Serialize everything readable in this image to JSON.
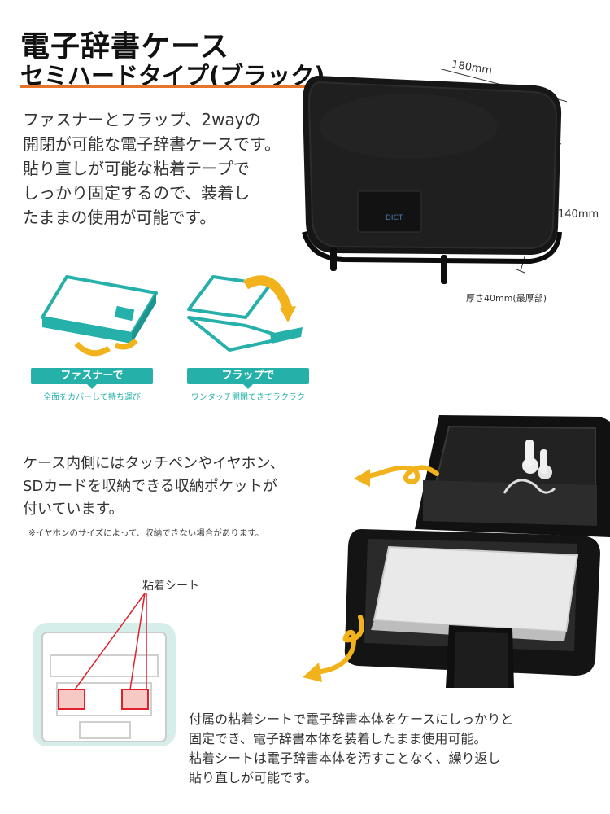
{
  "header": {
    "title_line1": "電子辞書ケース",
    "title_line2": "セミハードタイプ(ブラック)"
  },
  "intro": {
    "lines": [
      "ファスナーとフラップ、2wayの",
      "開閉が可能な電子辞書ケースです。",
      "貼り直しが可能な粘着テープで",
      "しっかり固定するので、装着し",
      "たままの使用が可能です。"
    ]
  },
  "dimensions": {
    "width": "180mm",
    "height": "140mm",
    "thickness": "厚さ40mm(最厚部)"
  },
  "case_logo": "DICT.",
  "modes": [
    {
      "label": "ファスナーで",
      "sub": "全面をカバーして持ち運び"
    },
    {
      "label": "フラップで",
      "sub": "ワンタッチ開閉できてラクラク"
    }
  ],
  "pocket": {
    "lines": [
      "ケース内側にはタッチペンやイヤホン、",
      "SDカードを収納できる収納ポケットが",
      "付いています。"
    ],
    "note": "※イヤホンのサイズによって、収納できない場合があります。"
  },
  "sheet": {
    "label": "粘着シート"
  },
  "bottom": {
    "lines": [
      "付属の粘着シートで電子辞書本体をケースにしっかりと",
      "固定でき、電子辞書本体を装着したまま使用可能。",
      "粘着シートは電子辞書本体を汚すことなく、繰り返し",
      "貼り直しが可能です。"
    ]
  },
  "colors": {
    "accent_orange": "#e8742a",
    "teal": "#25b0a9",
    "arrow_yellow": "#f2b21b",
    "case_black": "#161616",
    "sheet_red": "#e0202a"
  }
}
